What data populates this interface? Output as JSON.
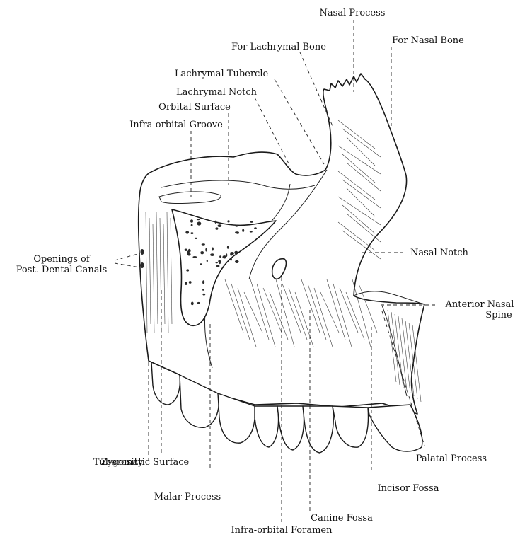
{
  "labels": {
    "nasal_process": "Nasal Process",
    "for_nasal_bone": "For Nasal Bone",
    "for_lachrymal_bone": "For Lachrymal Bone",
    "lachrymal_tubercle": "Lachrymal Tubercle",
    "lachrymal_notch": "Lachrymal Notch",
    "orbital_surface": "Orbital Surface",
    "infra_orbital_groove": "Infra-orbital Groove",
    "openings_line1": "Openings of",
    "openings_line2": "Post. Dental Canals",
    "nasal_notch": "Nasal Notch",
    "anterior_nasal_line1": "Anterior Nasal",
    "anterior_nasal_line2": "Spine",
    "palatal_process": "Palatal Process",
    "tuberosity": "Tuberosity",
    "zygomatic_surface": "Zygomatic Surface",
    "malar_process": "Malar Process",
    "incisor_fossa": "Incisor Fossa",
    "canine_fossa": "Canine Fossa",
    "infra_orbital_foramen": "Infra-orbital Foramen"
  }
}
